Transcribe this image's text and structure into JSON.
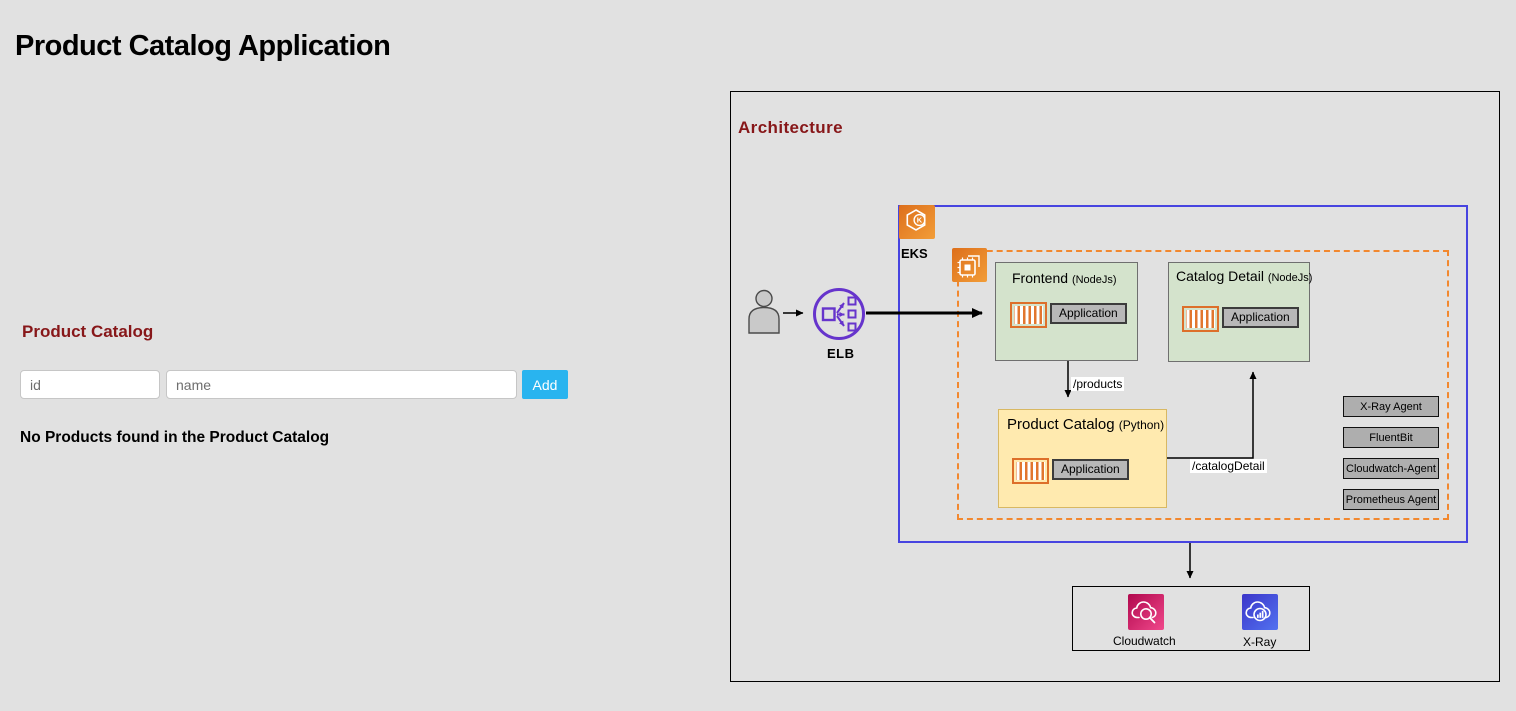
{
  "page": {
    "title": "Product Catalog Application",
    "background_color": "#e1e1e1"
  },
  "catalog_panel": {
    "heading": "Product Catalog",
    "id_placeholder": "id",
    "name_placeholder": "name",
    "add_button_label": "Add",
    "empty_message": "No Products found in the Product Catalog",
    "heading_color": "#871719",
    "add_button_color": "#29b4ef"
  },
  "architecture": {
    "heading": "Architecture",
    "user_icon": "person-icon",
    "elb_label": "ELB",
    "eks_label": "EKS",
    "services": {
      "frontend": {
        "title": "Frontend",
        "runtime": "(NodeJs)",
        "app_label": "Application"
      },
      "catalog_detail": {
        "title": "Catalog Detail",
        "runtime": "(NodeJs)",
        "app_label": "Application"
      },
      "product_catalog": {
        "title": "Product Catalog",
        "runtime": "(Python)",
        "app_label": "Application"
      }
    },
    "edges": {
      "frontend_to_product_catalog": "/products",
      "product_catalog_to_catalog_detail": "/catalogDetail"
    },
    "agents": [
      "X-Ray Agent",
      "FluentBit",
      "Cloudwatch-Agent",
      "Prometheus Agent"
    ],
    "monitoring": {
      "cloudwatch_label": "Cloudwatch",
      "xray_label": "X-Ray"
    },
    "colors": {
      "cluster_border_blue": "#4744e0",
      "namespace_dashed_orange": "#f2882f",
      "service_green_fill": "#d4e3cc",
      "service_yellow_fill": "#ffeaaf",
      "aws_orange": "#e87b23",
      "cloudwatch_pink": "#e0457b",
      "xray_indigo": "#4550d5",
      "elb_purple": "#6634cc"
    }
  }
}
